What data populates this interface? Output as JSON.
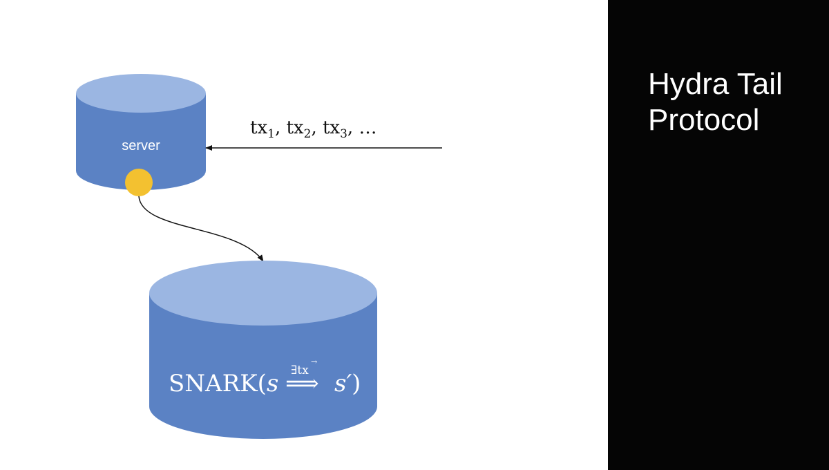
{
  "colors": {
    "cylinder_body": "#5b82c4",
    "cylinder_top": "#9bb6e2",
    "dot": "#f3c130",
    "panel": "#050505",
    "arrow": "#111111"
  },
  "server": {
    "label": "server"
  },
  "input_stream": {
    "tx": "tx",
    "subscripts": [
      "1",
      "2",
      "3"
    ],
    "ellipsis": "…"
  },
  "snark": {
    "prefix": "SNARK(",
    "from_state": "s",
    "above_arrow": "∃t",
    "vector_part": "x",
    "vector_mark": "→",
    "arrow": "⟹",
    "to_state": "s′",
    "suffix": ")"
  },
  "title": {
    "line1": "Hydra Tail",
    "line2": "Protocol"
  }
}
